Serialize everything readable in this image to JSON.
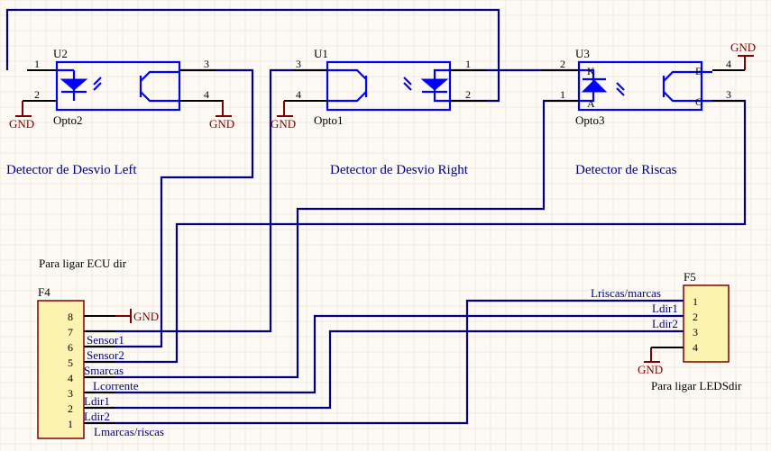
{
  "schematic": {
    "title_labels": {
      "left": "Detector de Desvio Left",
      "right": "Detector de Desvio Right",
      "riscas": "Detector de Riscas",
      "ecu": "Para ligar ECU dir",
      "leds": "Para ligar LEDSdir"
    },
    "gnd_label": "GND",
    "components": {
      "u2": {
        "designator": "U2",
        "comment": "Opto2",
        "pins": [
          "1",
          "2",
          "3",
          "4"
        ]
      },
      "u1": {
        "designator": "U1",
        "comment": "Opto1",
        "pins": [
          "3",
          "4",
          "1",
          "2"
        ]
      },
      "u3": {
        "designator": "U3",
        "comment": "Opto3",
        "pins": [
          "2",
          "1",
          "4",
          "3"
        ],
        "pin_letters": [
          "K",
          "A",
          "E",
          "C"
        ]
      },
      "f4": {
        "designator": "F4",
        "pins": [
          "8",
          "7",
          "6",
          "5",
          "4",
          "3",
          "2",
          "1"
        ]
      },
      "f5": {
        "designator": "F5",
        "pins": [
          "1",
          "2",
          "3",
          "4"
        ]
      }
    },
    "net_labels": {
      "f4": [
        "Sensor1",
        "Sensor2",
        "Smarcas",
        "Lcorrente",
        "Ldir1",
        "Ldir2",
        "Lmarcas/riscas"
      ],
      "f5": [
        "Lriscas/marcas",
        "Ldir1",
        "Ldir2"
      ]
    },
    "colors": {
      "wire": "#000080",
      "component": "#0000ff",
      "power": "#800000",
      "connector_fill": "#fdf3b0",
      "background": "#fdfaf5"
    }
  }
}
